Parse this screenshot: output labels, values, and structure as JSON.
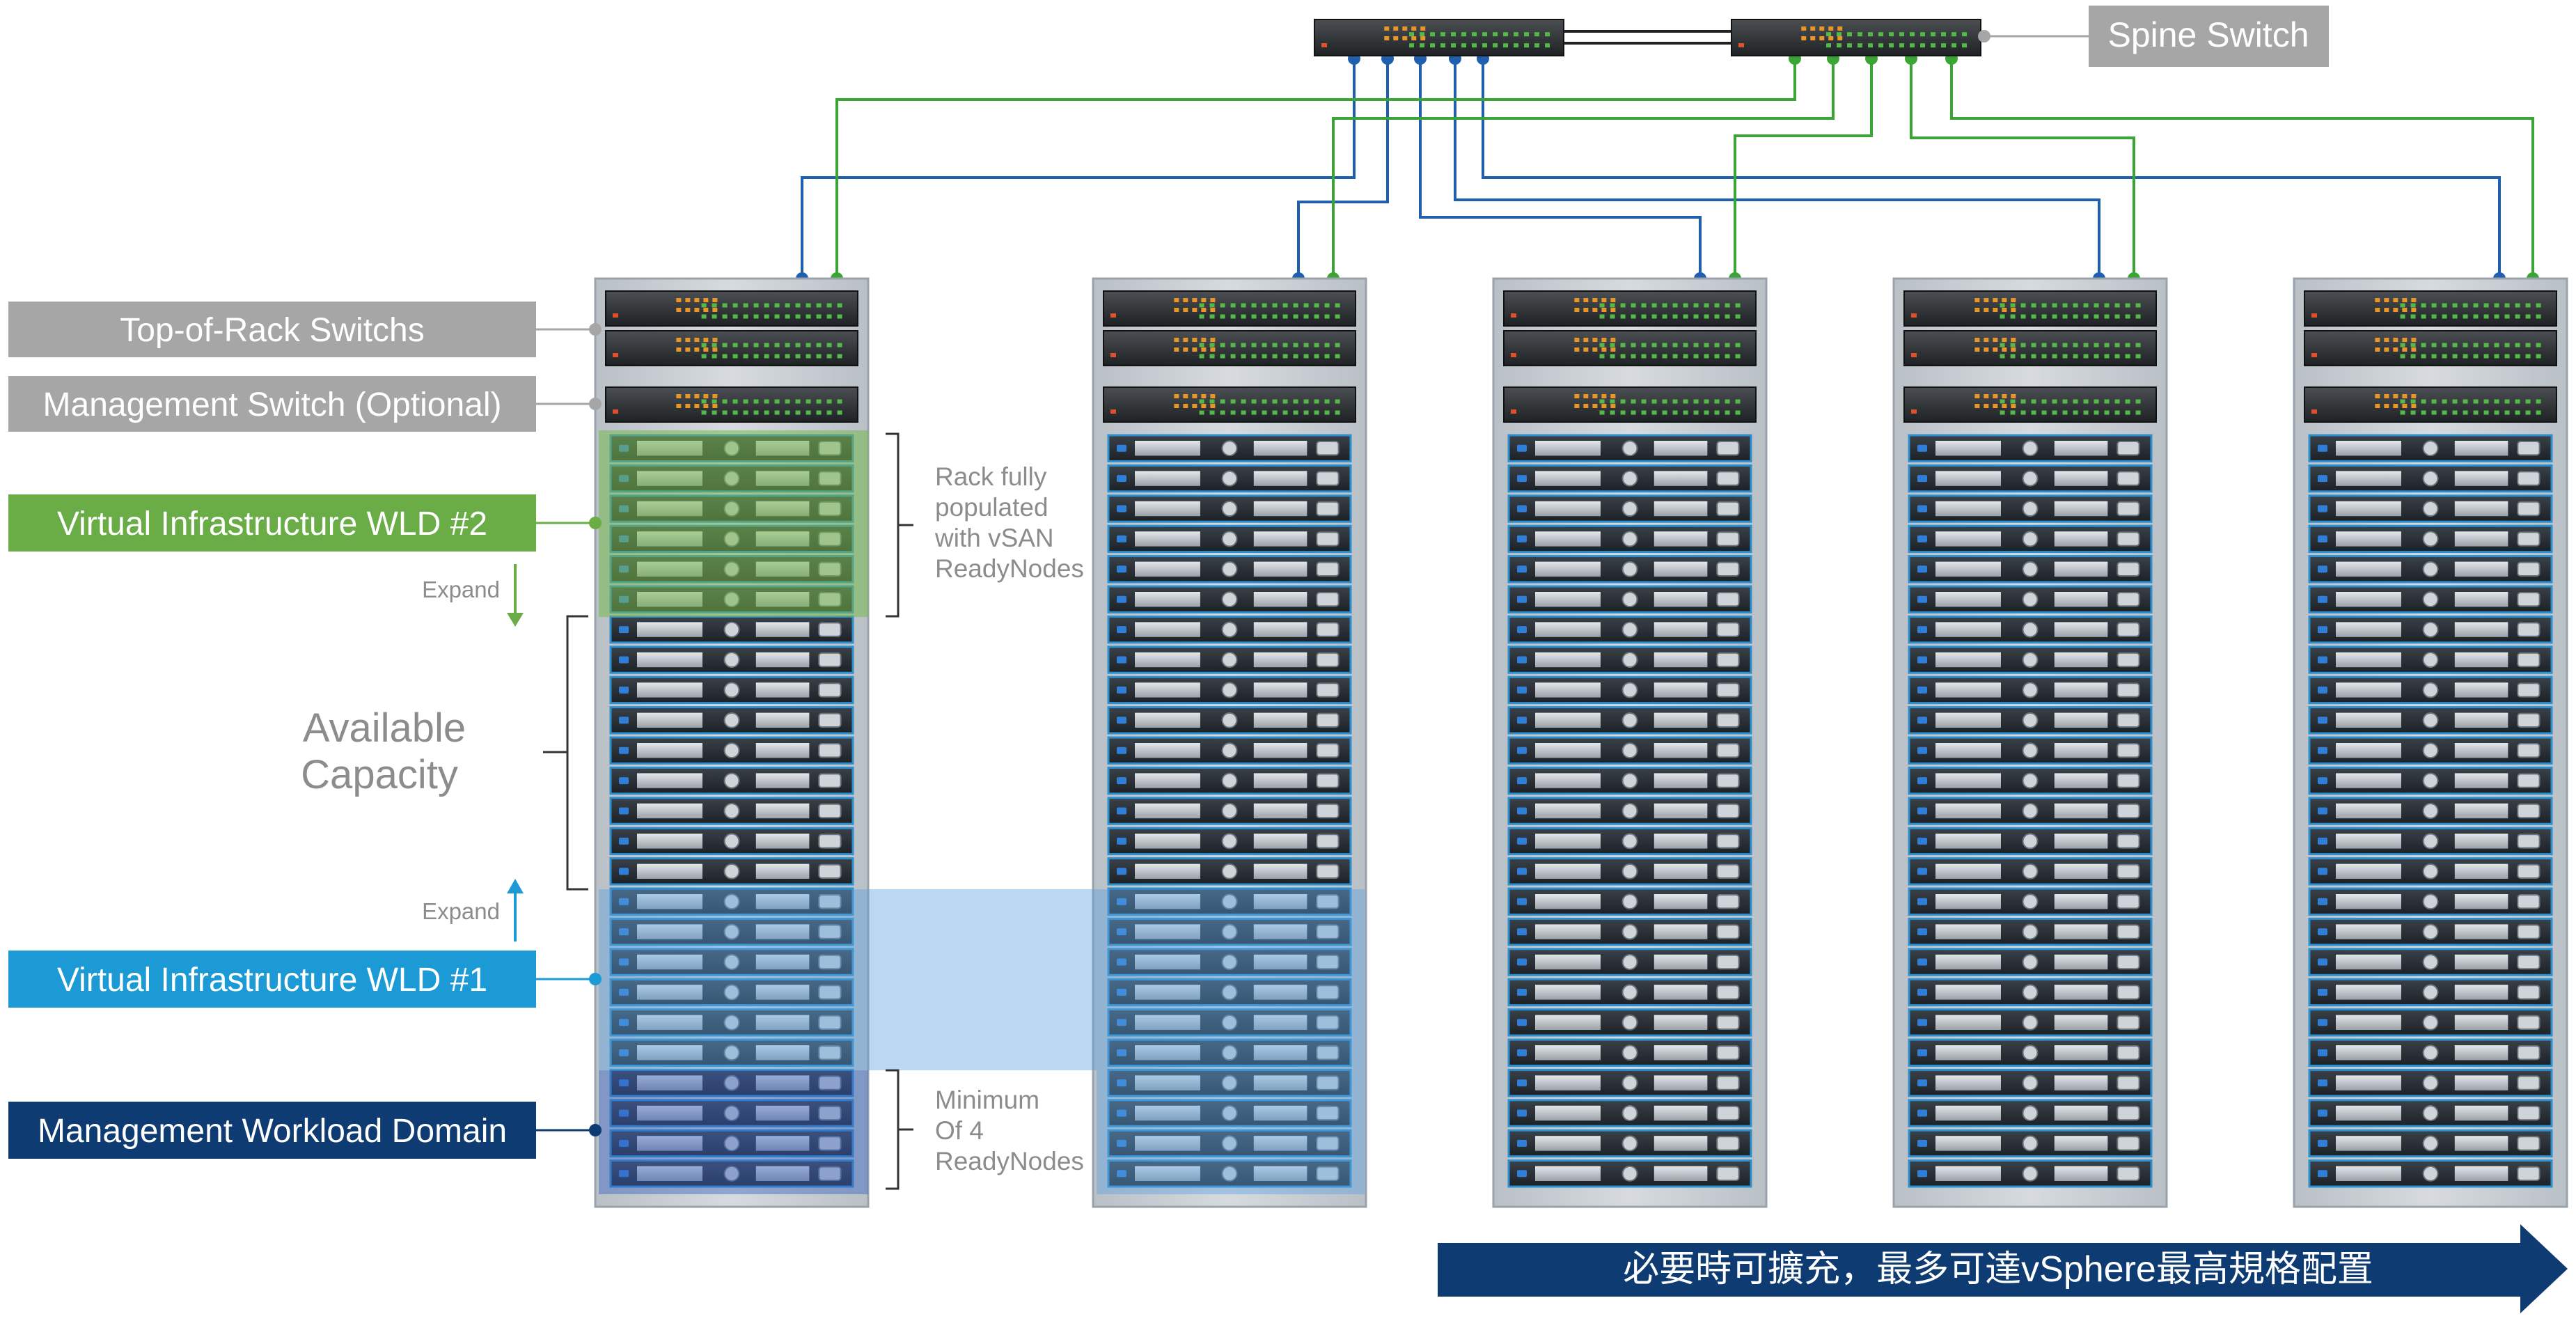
{
  "labels": {
    "spine_switch": "Spine Switch",
    "tor_switches": "Top-of-Rack Switchs",
    "mgmt_switch": "Management Switch (Optional)",
    "wld2": "Virtual Infrastructure WLD #2",
    "wld1": "Virtual Infrastructure WLD #1",
    "mgmt_domain": "Management Workload Domain",
    "expand_down": "Expand",
    "expand_up": "Expand",
    "available_1": "Available",
    "available_2": "Capacity",
    "rack_full_1": "Rack fully",
    "rack_full_2": "populated",
    "rack_full_3": "with vSAN",
    "rack_full_4": "ReadyNodes",
    "min_1": "Minimum",
    "min_2": "Of 4",
    "min_3": "ReadyNodes",
    "banner": "必要時可擴充，最多可達vSphere最高規格配置"
  },
  "colors": {
    "label_gray": "#a6a6a6",
    "wld2_green": "#6aac46",
    "wld1_blue": "#1b9ad6",
    "mgmt_navy": "#0f3b73",
    "banner_navy": "#0f3b73",
    "link_blue": "#1f5fae",
    "link_green": "#3aa535",
    "rack_frame": "#9aa3ac",
    "node_outline": "#2b8fd0"
  },
  "racks": {
    "count": 5,
    "nodes_per_rack": 25,
    "tor_switches_per_rack": 2,
    "mgmt_switches_per_rack": 1
  },
  "spine": {
    "count": 2
  }
}
